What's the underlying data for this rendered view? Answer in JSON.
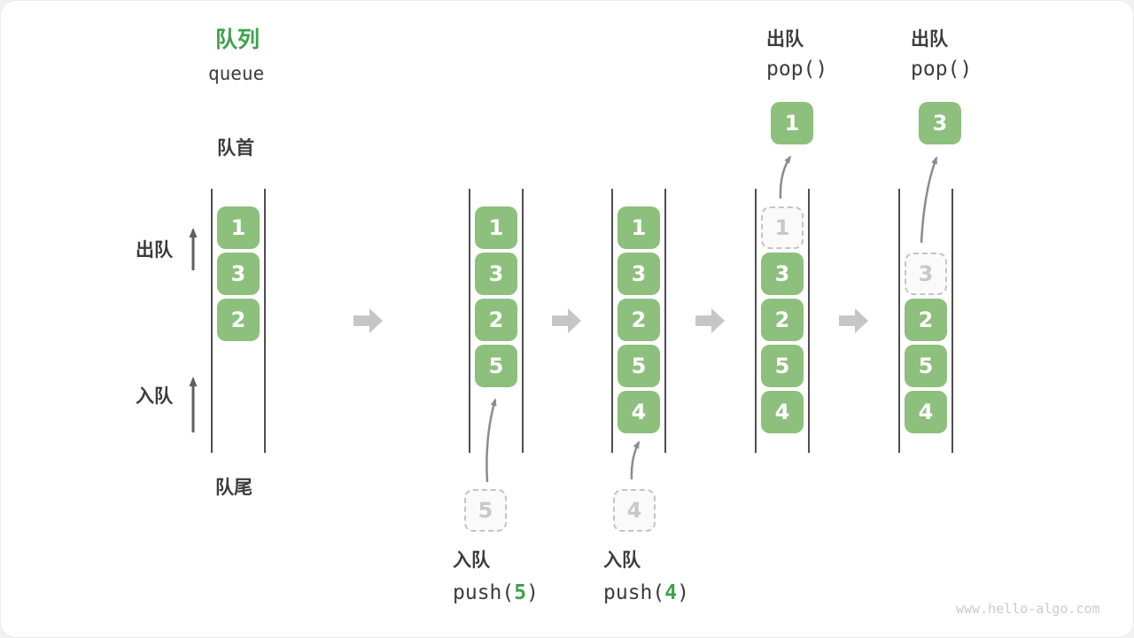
{
  "colors": {
    "green_box": "#8dbf7d",
    "green_accent": "#3fa14c",
    "text_dark": "#3c3c3c",
    "arrow_gray": "#c6c6c6",
    "curve_gray": "#8c8c8c",
    "side_arrow_gray": "#5f5f5f",
    "line_dark": "#4f4f4f",
    "dashed_border": "#c4c4c4",
    "dashed_fill": "#fafafa",
    "dashed_text": "#c8c8c8",
    "watermark_gray": "#cbcbcb"
  },
  "title": {
    "zh": "队列",
    "en": "queue"
  },
  "side_labels": {
    "front": "队首",
    "rear": "队尾",
    "dequeue": "出队",
    "enqueue": "入队"
  },
  "states": [
    {
      "cells": [
        {
          "slot": 0,
          "value": "1",
          "style": "solid"
        },
        {
          "slot": 1,
          "value": "3",
          "style": "solid"
        },
        {
          "slot": 2,
          "value": "2",
          "style": "solid"
        }
      ]
    },
    {
      "cells": [
        {
          "slot": 0,
          "value": "1",
          "style": "solid"
        },
        {
          "slot": 1,
          "value": "3",
          "style": "solid"
        },
        {
          "slot": 2,
          "value": "2",
          "style": "solid"
        },
        {
          "slot": 3,
          "value": "5",
          "style": "solid"
        }
      ],
      "incoming": {
        "value": "5"
      },
      "op": {
        "label": "入队",
        "pre": "push(",
        "arg": "5",
        "post": ")"
      }
    },
    {
      "cells": [
        {
          "slot": 0,
          "value": "1",
          "style": "solid"
        },
        {
          "slot": 1,
          "value": "3",
          "style": "solid"
        },
        {
          "slot": 2,
          "value": "2",
          "style": "solid"
        },
        {
          "slot": 3,
          "value": "5",
          "style": "solid"
        },
        {
          "slot": 4,
          "value": "4",
          "style": "solid"
        }
      ],
      "incoming": {
        "value": "4"
      },
      "op": {
        "label": "入队",
        "pre": "push(",
        "arg": "4",
        "post": ")"
      }
    },
    {
      "cells": [
        {
          "slot": 0,
          "value": "1",
          "style": "dashed"
        },
        {
          "slot": 1,
          "value": "3",
          "style": "solid"
        },
        {
          "slot": 2,
          "value": "2",
          "style": "solid"
        },
        {
          "slot": 3,
          "value": "5",
          "style": "solid"
        },
        {
          "slot": 4,
          "value": "4",
          "style": "solid"
        }
      ],
      "popped": {
        "value": "1"
      },
      "op": {
        "label": "出队",
        "pre": "pop(",
        "arg": "",
        "post": ")"
      }
    },
    {
      "cells": [
        {
          "slot": 1,
          "value": "3",
          "style": "dashed"
        },
        {
          "slot": 2,
          "value": "2",
          "style": "solid"
        },
        {
          "slot": 3,
          "value": "5",
          "style": "solid"
        },
        {
          "slot": 4,
          "value": "4",
          "style": "solid"
        }
      ],
      "popped": {
        "value": "3"
      },
      "op": {
        "label": "出队",
        "pre": "pop(",
        "arg": "",
        "post": ")"
      }
    }
  ],
  "watermark": "www.hello-algo.com"
}
